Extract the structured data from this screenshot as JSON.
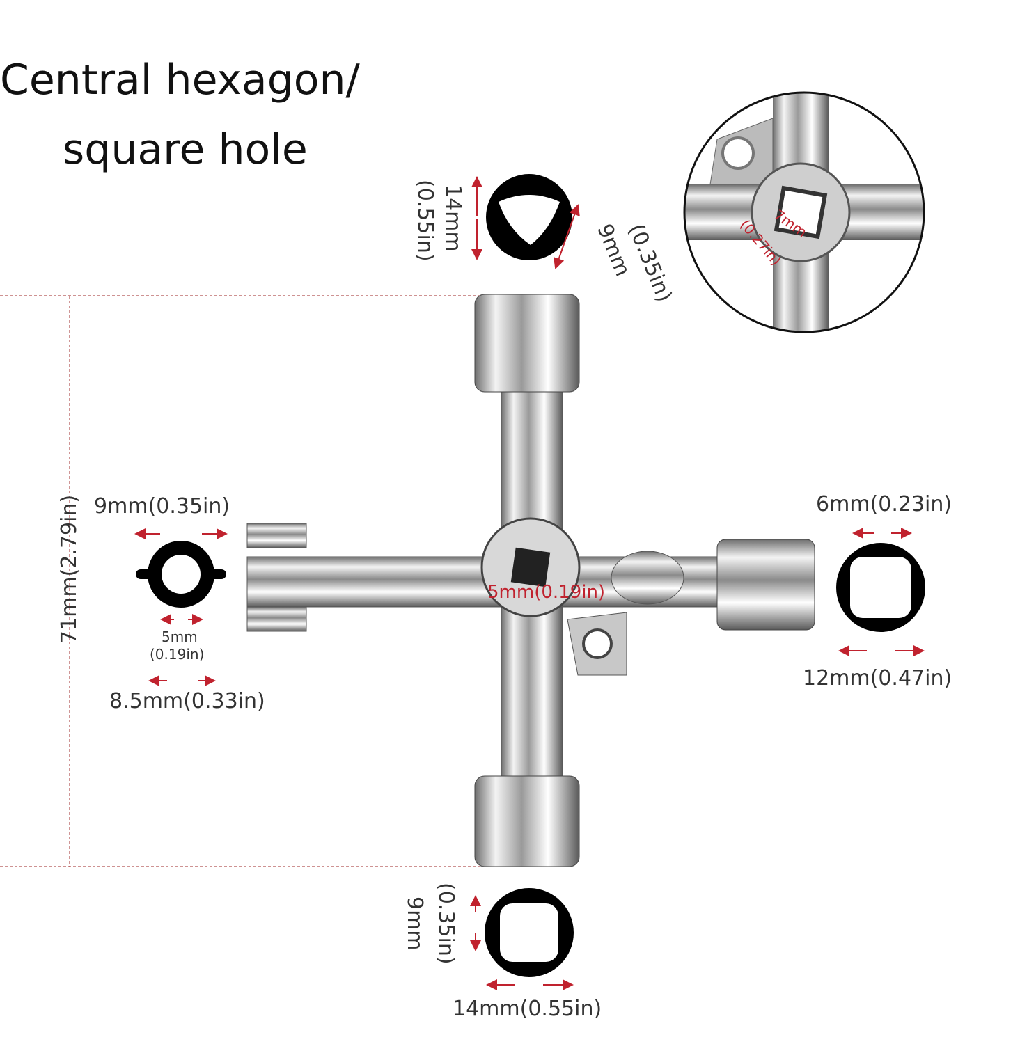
{
  "title": {
    "line1": "Central hexagon/",
    "line2": "square hole"
  },
  "dimensions": {
    "overall_height": "71mm(2.79in)",
    "triangle_height": "14mm",
    "triangle_height_in": "(0.55in)",
    "triangle_side": "9mm",
    "triangle_side_in": "(0.35in)",
    "center_square_inset": "7mm",
    "center_square_inset_in": "(0.27in)",
    "center_hole": "5mm(0.19in)",
    "left_outer": "9mm(0.35in)",
    "left_inner": "5mm",
    "left_inner_in": "(0.19in)",
    "left_width": "8.5mm(0.33in)",
    "right_inner": "6mm(0.23in)",
    "right_outer": "12mm(0.47in)",
    "bottom_inner": "9mm",
    "bottom_inner_in": "(0.35in)",
    "bottom_outer": "14mm(0.55in)"
  },
  "colors": {
    "annotation": "#c0222e",
    "metal": "#b8b8b8",
    "profile": "#000000"
  }
}
